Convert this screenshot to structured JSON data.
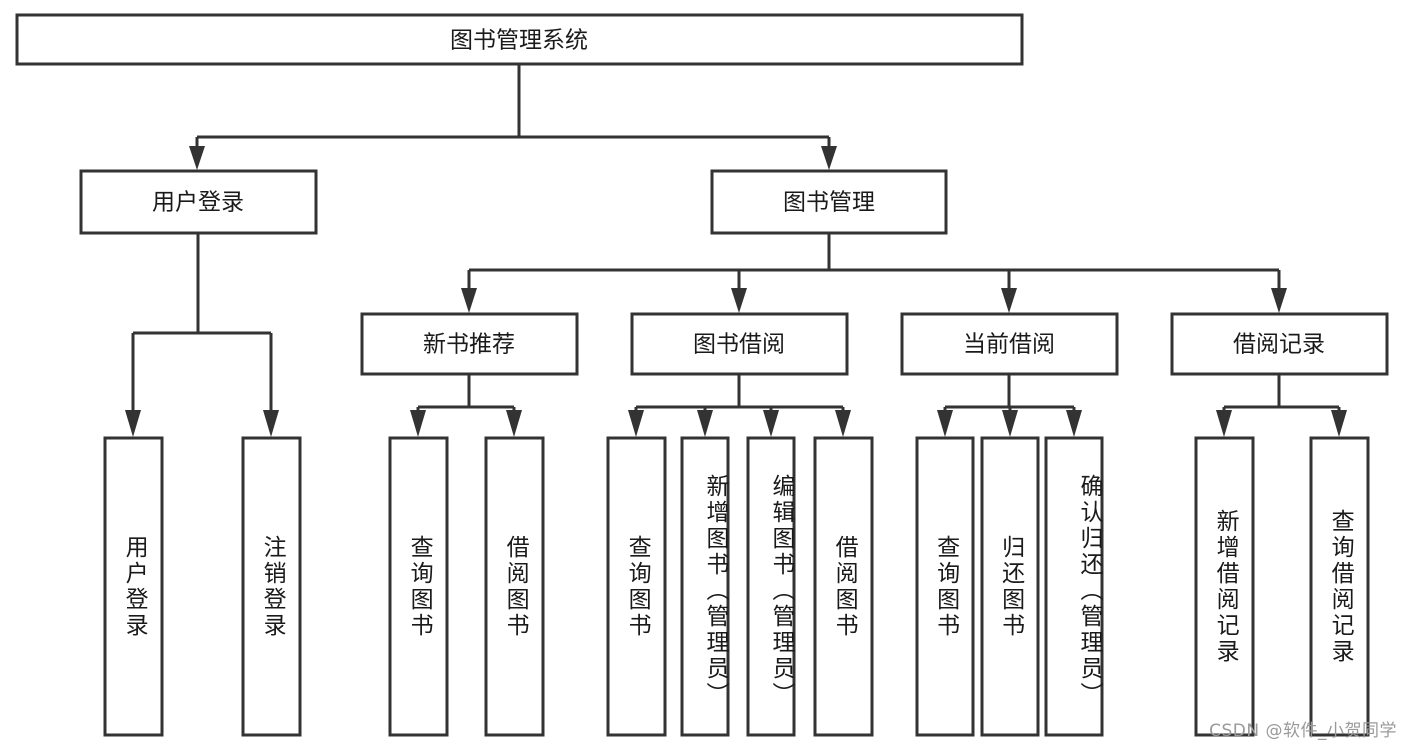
{
  "diagram": {
    "type": "tree",
    "title": "图书管理系统 功能结构图",
    "colors": {
      "stroke": "#333333",
      "box_fill": "#ffffff",
      "text": "#1a1a1a",
      "background": "#ffffff",
      "watermark": "#9a9a9a"
    },
    "root": {
      "label": "图书管理系统"
    },
    "level2": [
      {
        "label": "用户登录"
      },
      {
        "label": "图书管理"
      }
    ],
    "level3": [
      {
        "label": "新书推荐"
      },
      {
        "label": "图书借阅"
      },
      {
        "label": "当前借阅"
      },
      {
        "label": "借阅记录"
      }
    ],
    "leaves": {
      "user_login": [
        {
          "label": "用户登录"
        },
        {
          "label": "注销登录"
        }
      ],
      "new_book_recommend": [
        {
          "label": "查询图书"
        },
        {
          "label": "借阅图书"
        }
      ],
      "book_borrow": [
        {
          "label": "查询图书"
        },
        {
          "label": "新增图书（管理员）"
        },
        {
          "label": "编辑图书（管理员）"
        },
        {
          "label": "借阅图书"
        }
      ],
      "current_borrow": [
        {
          "label": "查询图书"
        },
        {
          "label": "归还图书"
        },
        {
          "label": "确认归还（管理员）"
        }
      ],
      "borrow_record": [
        {
          "label": "新增借阅记录"
        },
        {
          "label": "查询借阅记录"
        }
      ]
    }
  },
  "watermark": {
    "text": "CSDN @软件_小贺同学"
  }
}
